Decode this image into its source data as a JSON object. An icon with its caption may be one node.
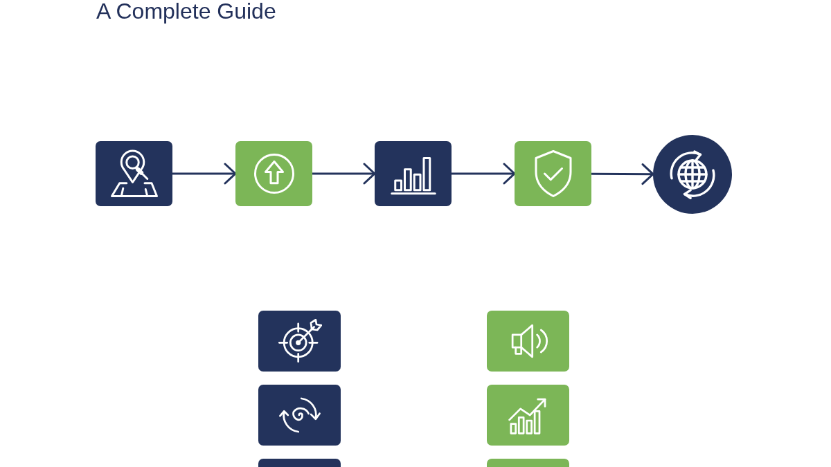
{
  "diagram": {
    "title": "A Complete Guide",
    "nodes": [
      {
        "text": [],
        "shape": "box"
      },
      {
        "text": [],
        "shape": "box"
      },
      {
        "text": [],
        "shape": "box"
      },
      {
        "text": [],
        "shape": "box"
      },
      {
        "text": [],
        "shape": "circle"
      },
      {
        "text": [],
        "shape": "box"
      },
      {
        "text": [],
        "shape": "box"
      },
      {
        "text": [],
        "shape": "box"
      },
      {
        "text": [],
        "shape": "box"
      },
      {
        "text": [],
        "shape": "box"
      },
      {
        "text": [],
        "shape": "box"
      }
    ],
    "edges": [
      {
        "from": 0,
        "to": 1,
        "arrow": "to"
      },
      {
        "from": 1,
        "to": 2,
        "arrow": "to"
      },
      {
        "from": 2,
        "to": 3,
        "arrow": "to"
      },
      {
        "from": 3,
        "to": 4,
        "arrow": "to"
      }
    ]
  }
}
